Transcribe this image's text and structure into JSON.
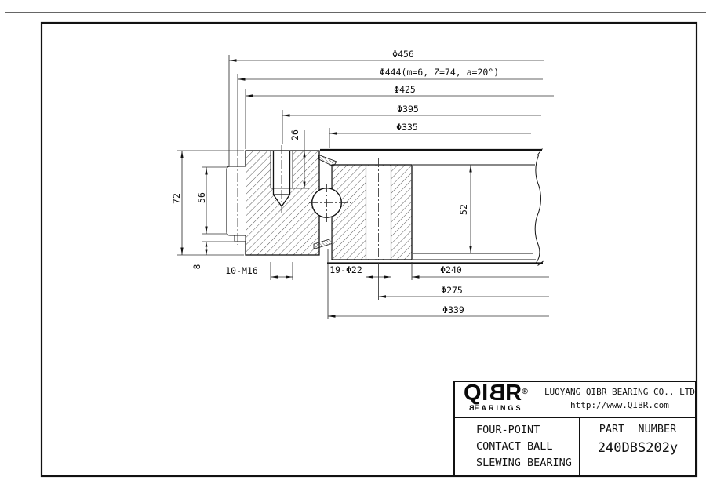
{
  "dims": {
    "d456": "Φ456",
    "d444": "Φ444(m=6, Z=74, a=20°)",
    "d425": "Φ425",
    "d395": "Φ395",
    "d335": "Φ335",
    "m16": "10-M16",
    "holes": "19-Φ22",
    "d240": "Φ240",
    "d275": "Φ275",
    "d339": "Φ339",
    "h72": "72",
    "h56": "56",
    "h8": "8",
    "t26": "26",
    "h52": "52"
  },
  "title_block": {
    "logo": {
      "q": "Q",
      "i": "I",
      "b": "B",
      "r": "R",
      "reg": "®",
      "sub_b": "B",
      "sub_rest": "EARINGS"
    },
    "company": "LUOYANG QIBR BEARING CO., LTD",
    "website": "http://www.QIBR.com",
    "product_line1": "FOUR-POINT",
    "product_line2": "CONTACT BALL",
    "product_line3": "SLEWING BEARING",
    "part_number_label": "PART NUMBER",
    "part_number": "240DBS202y"
  },
  "colors": {
    "line": "#111111",
    "dim_line": "#333333",
    "background": "#ffffff"
  }
}
